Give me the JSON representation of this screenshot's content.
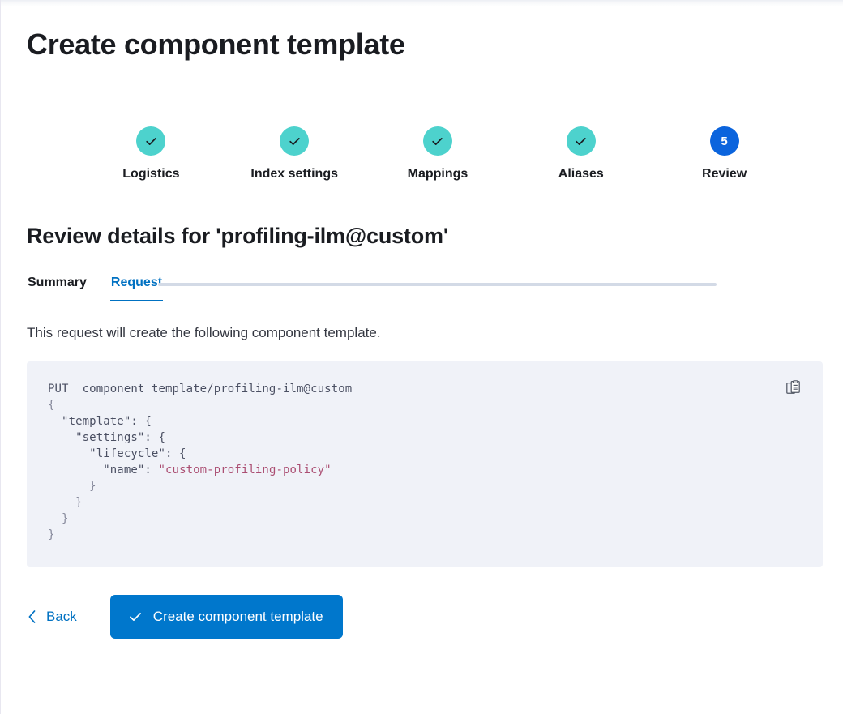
{
  "page": {
    "title": "Create component template"
  },
  "steps": {
    "items": [
      {
        "label": "Logistics",
        "state": "complete",
        "icon": "check-icon",
        "number": "1"
      },
      {
        "label": "Index settings",
        "state": "complete",
        "icon": "check-icon",
        "number": "2"
      },
      {
        "label": "Mappings",
        "state": "complete",
        "icon": "check-icon",
        "number": "3"
      },
      {
        "label": "Aliases",
        "state": "complete",
        "icon": "check-icon",
        "number": "4"
      },
      {
        "label": "Review",
        "state": "current",
        "icon": "step-number",
        "number": "5"
      }
    ],
    "complete_color": "#4dd2cd",
    "current_color": "#0b64dd",
    "connector_color": "#d3dae6"
  },
  "review": {
    "heading": "Review details for 'profiling-ilm@custom'",
    "tabs": [
      {
        "label": "Summary",
        "active": false
      },
      {
        "label": "Request",
        "active": true
      }
    ],
    "description": "This request will create the following component template.",
    "accent_color": "#0071c2"
  },
  "code_block": {
    "copy_icon": "clipboard-copy-icon",
    "background": "#f0f2f8",
    "string_color": "#ab4e72",
    "method_line": "PUT _component_template/profiling-ilm@custom",
    "lines": [
      {
        "text": "PUT _component_template/profiling-ilm@custom"
      },
      {
        "text": "{"
      },
      {
        "text": "  \"template\": {"
      },
      {
        "text": "    \"settings\": {"
      },
      {
        "text": "      \"lifecycle\": {"
      },
      {
        "text": "        \"name\": \"custom-profiling-policy\""
      },
      {
        "text": "      }"
      },
      {
        "text": "    }"
      },
      {
        "text": "  }"
      },
      {
        "text": "}"
      }
    ],
    "body": {
      "template_key": "\"template\"",
      "settings_key": "\"settings\"",
      "lifecycle_key": "\"lifecycle\"",
      "name_key": "\"name\"",
      "name_value": "\"custom-profiling-policy\""
    }
  },
  "actions": {
    "back_label": "Back",
    "back_icon": "chevron-left-icon",
    "submit_label": "Create component template",
    "submit_icon": "check-icon",
    "submit_color": "#0077cc"
  }
}
